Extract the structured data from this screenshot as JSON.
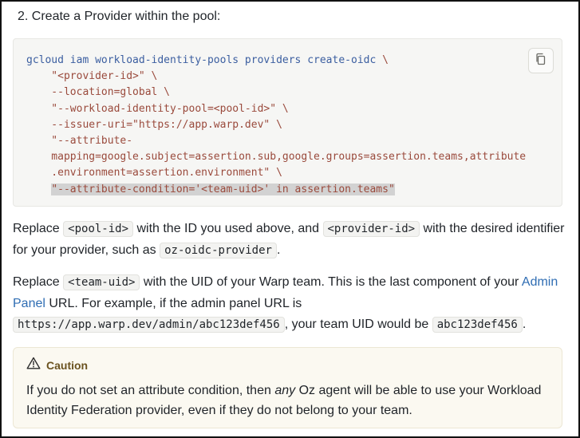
{
  "step": "2. Create a Provider within the pool:",
  "code": {
    "l1_cmd": "gcloud iam workload-identity-pools providers create-oidc",
    "l1_rest": " \\",
    "l2": "    \"<provider-id>\" \\",
    "l3": "    --location=global \\",
    "l4": "    \"--workload-identity-pool=<pool-id>\" \\",
    "l5": "    --issuer-uri=\"https://app.warp.dev\" \\",
    "l6": "    \"--attribute-",
    "l7": "    mapping=google.subject=assertion.sub,google.groups=assertion.teams,attribute",
    "l8": "    .environment=assertion.environment\" \\",
    "l9_indent": "    ",
    "l9": "\"--attribute-condition='<team-uid>' in assertion.teams\""
  },
  "p1": {
    "t1": "Replace ",
    "c1": "<pool-id>",
    "t2": " with the ID you used above, and ",
    "c2": "<provider-id>",
    "t3": " with the desired identifier for your provider, such as ",
    "c3": "oz-oidc-provider",
    "t4": "."
  },
  "p2": {
    "t1": "Replace ",
    "c1": "<team-uid>",
    "t2": " with the UID of your Warp team. This is the last component of your ",
    "link": "Admin Panel",
    "t3": " URL. For example, if the admin panel URL is ",
    "c2": "https://app.warp.dev/admin/abc123def456",
    "t4": ", your team UID would be ",
    "c3": "abc123def456",
    "t5": "."
  },
  "caution": {
    "title": "Caution",
    "t1": "If you do not set an attribute condition, then ",
    "em": "any",
    "t2": " Oz agent will be able to use your Workload Identity Federation provider, even if they do not belong to your team."
  },
  "icons": {
    "copy": "copy-icon",
    "warning": "warning-icon"
  },
  "colors": {
    "link": "#2f6db3",
    "code_string": "#9a4a3c",
    "code_command": "#3b5ea0",
    "caution_title": "#6b5320"
  }
}
